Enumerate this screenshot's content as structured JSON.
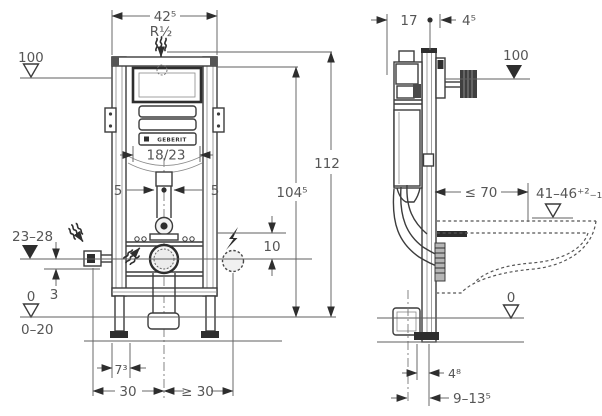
{
  "colors": {
    "background": "#ffffff",
    "line": "#3c3c3c",
    "dim_line": "#6a6a6a",
    "text": "#565656",
    "dark": "#2e2e2e"
  },
  "icons": {
    "water_supply": "squiggle-arrow",
    "electrical": "lightning-bolt",
    "level_marker_filled": "filled-triangle-down",
    "level_marker_open": "open-triangle-down",
    "dimension_arrow": "filled-arrowhead"
  },
  "front_view": {
    "logo": "GEBERIT",
    "dims": {
      "frame_width": "42⁵",
      "water_thread": "R½",
      "level_top": "100",
      "opening_width": "18/23",
      "offset_left": "5",
      "offset_right": "5",
      "connection_height": "104⁵",
      "frame_height": "112",
      "electrical_offset": "10",
      "supply_height": "23–28",
      "supply_depth": "3",
      "floor_level": "0",
      "floor_range": "0–20",
      "foot_width": "7³",
      "drain_left": "30",
      "drain_right": "≥ 30"
    }
  },
  "side_view": {
    "dims": {
      "frame_depth": "17",
      "rail_offset": "4⁵",
      "level_top": "100",
      "bowl_depth": "≤ 70",
      "bowl_height": "41–46⁺²₋₁",
      "floor_level": "0",
      "foot_offset": "4⁸",
      "drain_offset": "9–13⁵"
    }
  }
}
